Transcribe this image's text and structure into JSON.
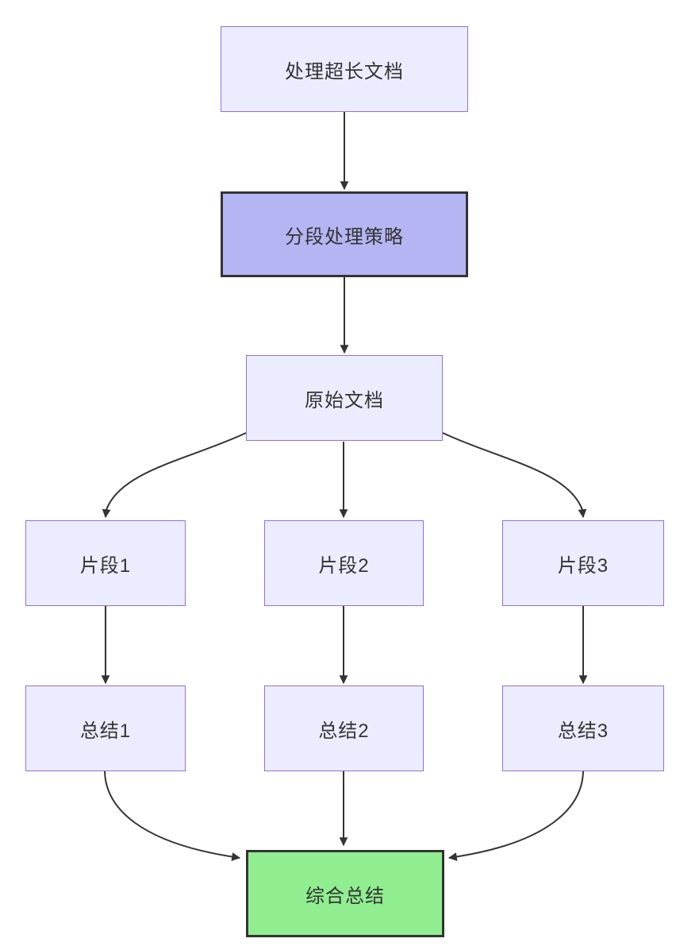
{
  "diagram_type": "flowchart-top-down",
  "colors": {
    "background": "#ffffff",
    "light_fill": "#ECECFF",
    "light_border": "#9370DB",
    "strategy_fill": "#b5b5f3",
    "strategy_border": "#333333",
    "final_fill": "#90EE90",
    "final_border": "#333333",
    "edge_color": "#333333",
    "text_color": "#333333"
  },
  "nodes": [
    {
      "id": "A",
      "label": "处理超长文档",
      "type": "light"
    },
    {
      "id": "B",
      "label": "分段处理策略",
      "type": "strategy"
    },
    {
      "id": "C",
      "label": "原始文档",
      "type": "light"
    },
    {
      "id": "D1",
      "label": "片段1",
      "type": "light"
    },
    {
      "id": "D2",
      "label": "片段2",
      "type": "light"
    },
    {
      "id": "D3",
      "label": "片段3",
      "type": "light"
    },
    {
      "id": "E1",
      "label": "总结1",
      "type": "light"
    },
    {
      "id": "E2",
      "label": "总结2",
      "type": "light"
    },
    {
      "id": "E3",
      "label": "总结3",
      "type": "light"
    },
    {
      "id": "F",
      "label": "综合总结",
      "type": "final"
    }
  ],
  "edges": [
    {
      "from": "处理超长文档",
      "to": "分段处理策略"
    },
    {
      "from": "分段处理策略",
      "to": "原始文档"
    },
    {
      "from": "原始文档",
      "to": "片段1"
    },
    {
      "from": "原始文档",
      "to": "片段2"
    },
    {
      "from": "原始文档",
      "to": "片段3"
    },
    {
      "from": "片段1",
      "to": "总结1"
    },
    {
      "from": "片段2",
      "to": "总结2"
    },
    {
      "from": "片段3",
      "to": "总结3"
    },
    {
      "from": "总结1",
      "to": "综合总结"
    },
    {
      "from": "总结2",
      "to": "综合总结"
    },
    {
      "from": "总结3",
      "to": "综合总结"
    }
  ]
}
